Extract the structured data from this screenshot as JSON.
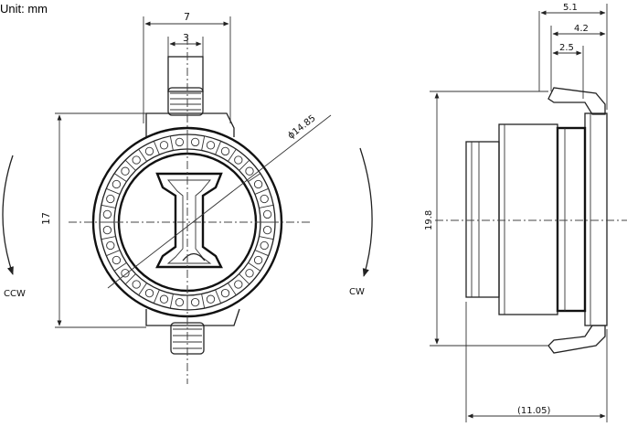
{
  "unit_label": "Unit: mm",
  "front_view": {
    "dim_width": "7",
    "dim_shaft": "3",
    "dim_height": "17",
    "dim_diameter": "ϕ14.85",
    "rotation_left": "CCW",
    "rotation_right": "CW"
  },
  "side_view": {
    "dim_total": "5.1",
    "dim_mid": "4.2",
    "dim_inner": "2.5",
    "dim_height": "19.8",
    "dim_depth": "(11.05)"
  }
}
